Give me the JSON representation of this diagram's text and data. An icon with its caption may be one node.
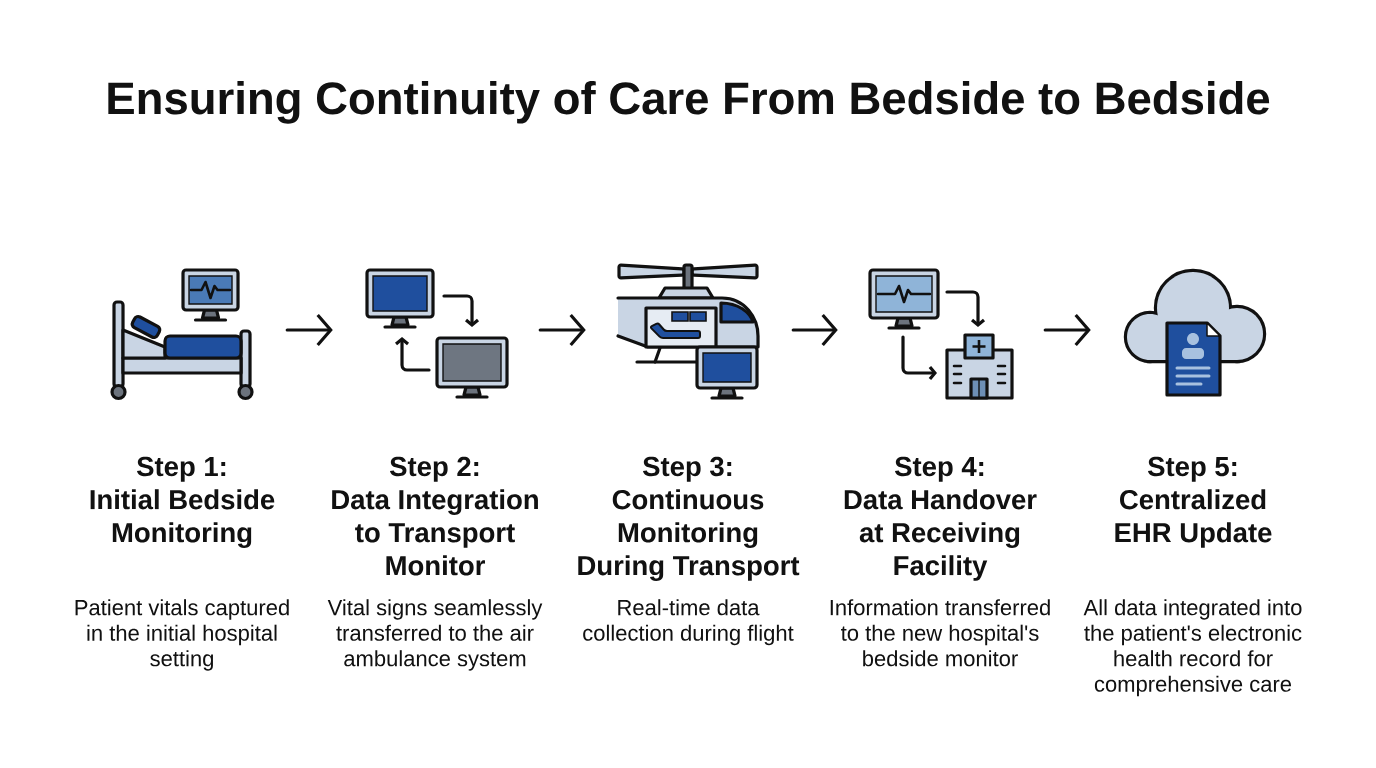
{
  "diagram": {
    "title": "Ensuring Continuity of Care From Bedside to Bedside",
    "nodes": [
      {
        "text": [],
        "shape": "picture",
        "beside": [
          "Step 1:",
          "Initial Bedside Monitoring",
          "Patient vitals captured in the initial hospital setting"
        ]
      },
      {
        "text": [],
        "shape": "picture",
        "beside": [
          "Step 2:",
          "Data Integration to Transport Monitor",
          "Vital signs seamlessly transferred to the air ambulance system"
        ]
      },
      {
        "text": [],
        "shape": "picture",
        "beside": [
          "Step 3:",
          "Continuous Monitoring During Transport",
          "Real-time data collection during flight"
        ]
      },
      {
        "text": [],
        "shape": "picture",
        "beside": [
          "Step 4:",
          "Data Handover at Receiving Facility",
          "Information transferred to the new hospital's bedside monitor"
        ]
      },
      {
        "text": [],
        "shape": "picture",
        "beside": [
          "Step 5:",
          "Centralized EHR Update",
          "All data integrated into the patient's electronic health record for comprehensive care"
        ]
      }
    ],
    "edges": [
      {
        "from": 0,
        "to": 1,
        "arrow": "to"
      },
      {
        "from": 1,
        "to": 2,
        "arrow": "to"
      },
      {
        "from": 2,
        "to": 3,
        "arrow": "to"
      },
      {
        "from": 3,
        "to": 4,
        "arrow": "to"
      }
    ]
  }
}
